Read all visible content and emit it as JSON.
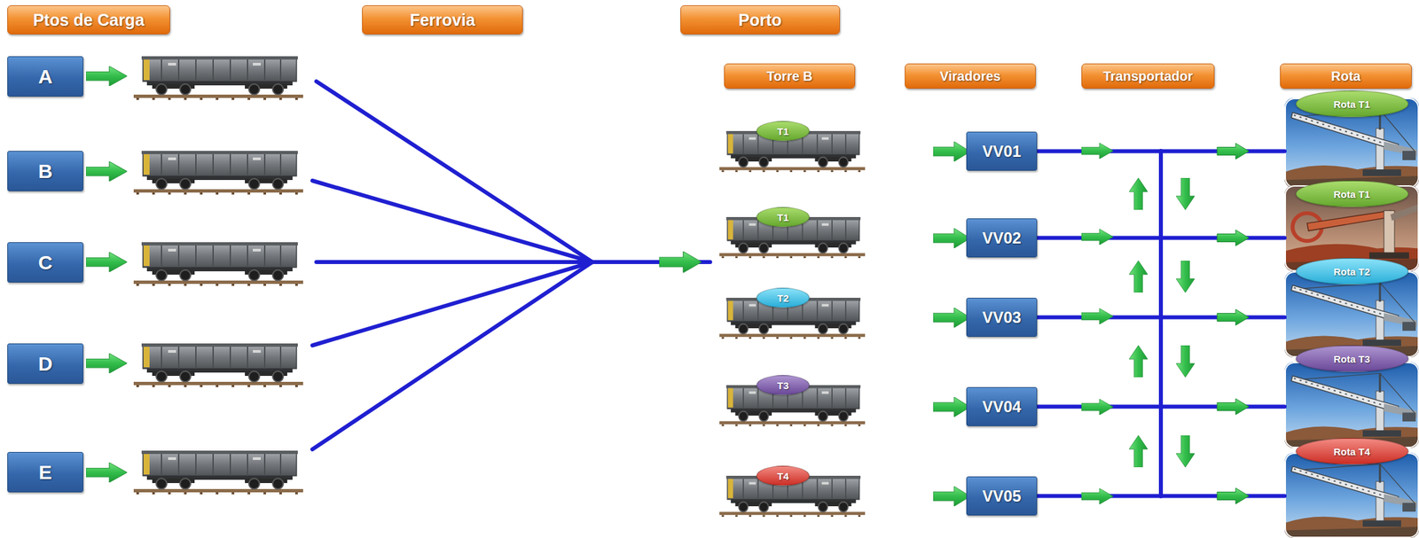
{
  "diagram": {
    "nodes": [
      {
        "text": [
          "Ptos de Carga"
        ]
      },
      {
        "text": [
          "Ferrovia"
        ]
      },
      {
        "text": [
          "Porto"
        ]
      },
      {
        "text": [
          "Torre B"
        ]
      },
      {
        "text": [
          "Viradores"
        ]
      },
      {
        "text": [
          "Transportador"
        ]
      },
      {
        "text": [
          "Rota"
        ]
      },
      {
        "text": [
          "A"
        ]
      },
      {
        "text": [
          "B"
        ]
      },
      {
        "text": [
          "C"
        ]
      },
      {
        "text": [
          "D"
        ]
      },
      {
        "text": [
          "E"
        ]
      },
      {
        "text": [
          "T1"
        ]
      },
      {
        "text": [
          "T1"
        ]
      },
      {
        "text": [
          "T2"
        ]
      },
      {
        "text": [
          "T3"
        ]
      },
      {
        "text": [
          "T4"
        ]
      },
      {
        "text": [
          "VV01"
        ]
      },
      {
        "text": [
          "VV02"
        ]
      },
      {
        "text": [
          "VV03"
        ]
      },
      {
        "text": [
          "VV04"
        ]
      },
      {
        "text": [
          "VV05"
        ]
      },
      {
        "text": [
          "Rota T1"
        ]
      },
      {
        "text": [
          "Rota T1"
        ]
      },
      {
        "text": [
          "Rota T2"
        ]
      },
      {
        "text": [
          "Rota T3"
        ]
      },
      {
        "text": [
          "Rota T4"
        ]
      }
    ],
    "edges": [
      {
        "from": 17,
        "to": 22,
        "arrow": "to"
      },
      {
        "from": 18,
        "to": 23,
        "arrow": "to"
      },
      {
        "from": 19,
        "to": 24,
        "arrow": "to"
      },
      {
        "from": 20,
        "to": 25,
        "arrow": "to"
      },
      {
        "from": 21,
        "to": 26,
        "arrow": "to"
      }
    ]
  }
}
